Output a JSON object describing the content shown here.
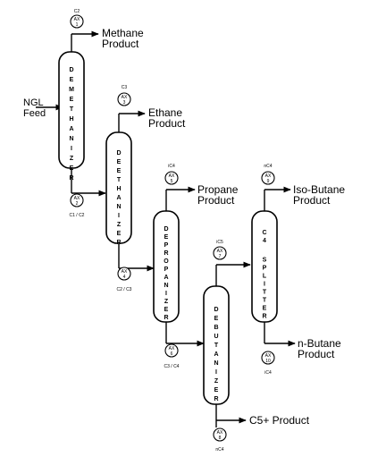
{
  "feed": {
    "line1": "NGL",
    "line2": "Feed"
  },
  "columns": {
    "demethanizer": "DEMETHANIZER",
    "deethanizer": "DEETHANIZER",
    "depropanizer": "DEPROPANIZER",
    "debutanizer": "DEBUTANIZER",
    "c4_splitter": "C4 SPLITTER"
  },
  "analyzers": [
    {
      "label": "AX",
      "num": "1",
      "tag": "C2"
    },
    {
      "label": "AX",
      "num": "2",
      "tag": "C1 / C2"
    },
    {
      "label": "AX",
      "num": "3",
      "tag": "C3"
    },
    {
      "label": "AX",
      "num": "4",
      "tag": "C2 / C3"
    },
    {
      "label": "AX",
      "num": "5",
      "tag": "iC4"
    },
    {
      "label": "AX",
      "num": "6",
      "tag": "C3 / C4"
    },
    {
      "label": "AX",
      "num": "7",
      "tag": "iC5"
    },
    {
      "label": "AX",
      "num": "8",
      "tag": "nC4"
    },
    {
      "label": "AX",
      "num": "9",
      "tag": "nC4"
    },
    {
      "label": "AX",
      "num": "10",
      "tag": "iC4"
    }
  ],
  "products": {
    "methane": {
      "line1": "Methane",
      "line2": "Product"
    },
    "ethane": {
      "line1": "Ethane",
      "line2": "Product"
    },
    "propane": {
      "line1": "Propane",
      "line2": "Product"
    },
    "isobutane": {
      "line1": "Iso-Butane",
      "line2": "Product"
    },
    "nbutane": {
      "line1": "n-Butane",
      "line2": "Product"
    },
    "c5plus": {
      "line1": "C5+ Product"
    }
  }
}
